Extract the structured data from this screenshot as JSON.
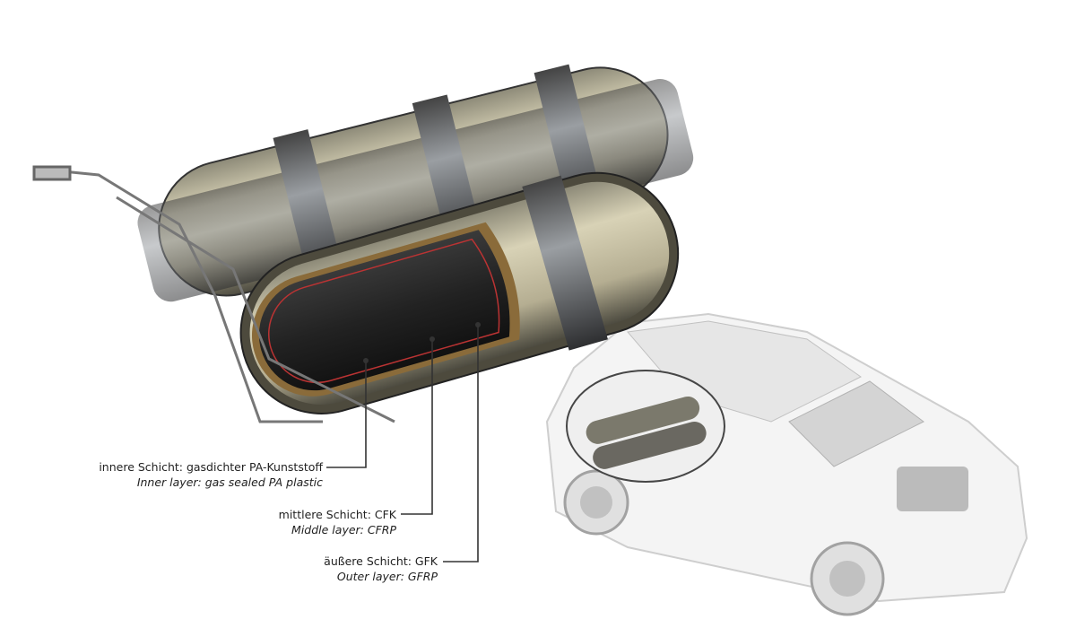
{
  "labels": {
    "inner": {
      "de": "innere Schicht: gasdichter PA-Kunststoff",
      "en": "Inner layer: gas sealed PA plastic"
    },
    "middle": {
      "de": "mittlere Schicht: CFK",
      "en": "Middle layer: CFRP"
    },
    "outer": {
      "de": "äußere Schicht: GFK",
      "en": "Outer layer: GFRP"
    }
  },
  "colors": {
    "tank_wrap": "#c9c2a4",
    "inner_liner": "#2a2a2a",
    "strap": "#6b6f73",
    "leader": "#333333"
  }
}
